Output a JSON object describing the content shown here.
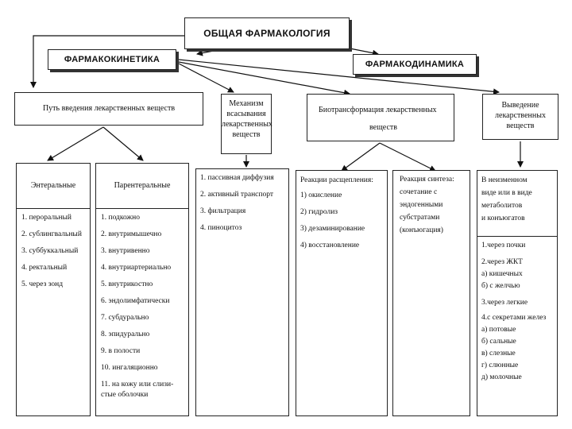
{
  "top": {
    "general": "ОБЩАЯ ФАРМАКОЛОГИЯ",
    "kinetics": "ФАРМАКОКИНЕТИКА",
    "dynamics": "ФАРМАКОДИНАМИКА"
  },
  "categories": {
    "routes": "Путь введения лекарственных веществ",
    "absorption": [
      "Механизм",
      "всасывания",
      "лекарственных",
      "веществ"
    ],
    "biotransform": [
      "Биотрансформация лекарственных",
      "веществ"
    ],
    "excretion": [
      "Выведение",
      "лекарственных",
      "веществ"
    ]
  },
  "enteral": {
    "title": "Энтеральные",
    "items": [
      "1. пероральный",
      "2. сублингвальный",
      "3. суббуккальный",
      "4. ректальный",
      "5. через зонд"
    ]
  },
  "parenteral": {
    "title": "Парентеральные",
    "items": [
      "1. подкожно",
      "2. внутримышечно",
      "3. внутривенно",
      "4. внутриартериально",
      "5. внутрикостно",
      "6. эндолимфатически",
      "7. субдурально",
      "8. эпидурально",
      "9. в полости",
      "10. ингаляционно",
      "11. на кожу или слизи-",
      "стые оболочки"
    ]
  },
  "mechanism": {
    "items": [
      "1. пассивная диффузия",
      "2. активный транспорт",
      "3. фильтрация",
      "4. пиноцитоз"
    ]
  },
  "split": {
    "title": "Реакции расщепления:",
    "items": [
      "1) окисление",
      "2) гидролиз",
      "3) дезаминирование",
      "4) восстановление"
    ]
  },
  "synth": {
    "lines": [
      "Реакция синтеза:",
      "сочетание с",
      "эндогенными",
      "субстратами",
      "(конъюгация)"
    ]
  },
  "unchanged": {
    "lines": [
      "В неизменном",
      "виде или в виде",
      "метаболитов",
      "и конъюгатов"
    ]
  },
  "paths": {
    "items": [
      "1.через почки",
      "2.через ЖКТ",
      " а) кишечных",
      " б) с желчью",
      "3.через легкие",
      "4.с секретами желез",
      " а) потовые",
      " б) сальные",
      " в) слезные",
      " г) слюнные",
      " д) молочные"
    ]
  }
}
